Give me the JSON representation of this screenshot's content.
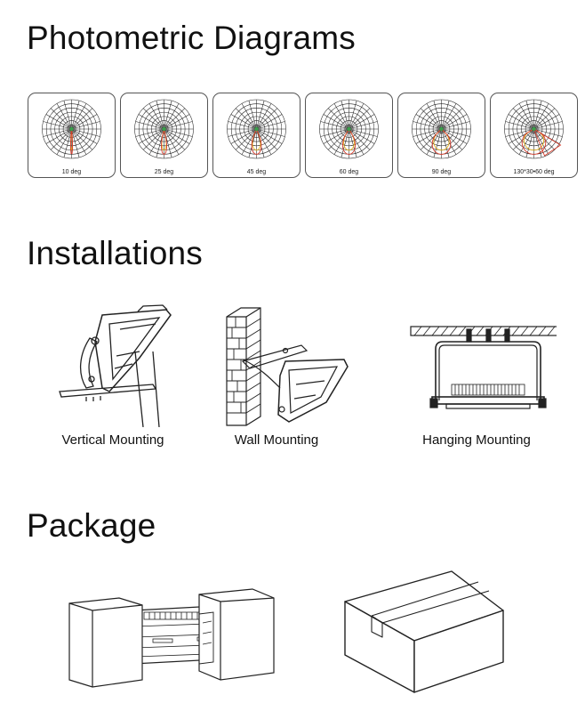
{
  "headings": {
    "photometric": "Photometric Diagrams",
    "installations": "Installations",
    "package": "Package"
  },
  "diagrams": [
    {
      "label": "10 deg",
      "beam": 10
    },
    {
      "label": "25 deg",
      "beam": 25
    },
    {
      "label": "45 deg",
      "beam": 45
    },
    {
      "label": "60 deg",
      "beam": 60
    },
    {
      "label": "90 deg",
      "beam": 90
    },
    {
      "label": "130*30•60 deg",
      "beam": 130
    }
  ],
  "installations": [
    {
      "label": "Vertical Mounting",
      "icon": "vertical-mount-icon"
    },
    {
      "label": "Wall Mounting",
      "icon": "wall-mount-icon"
    },
    {
      "label": "Hanging Mounting",
      "icon": "hanging-mount-icon"
    }
  ],
  "package": {
    "items": [
      "open-package-icon",
      "closed-box-icon"
    ]
  },
  "colors": {
    "line": "#222222",
    "beam_red": "#d63a2a",
    "beam_yellow": "#e3b21c",
    "beam_green": "#3aa04a"
  }
}
